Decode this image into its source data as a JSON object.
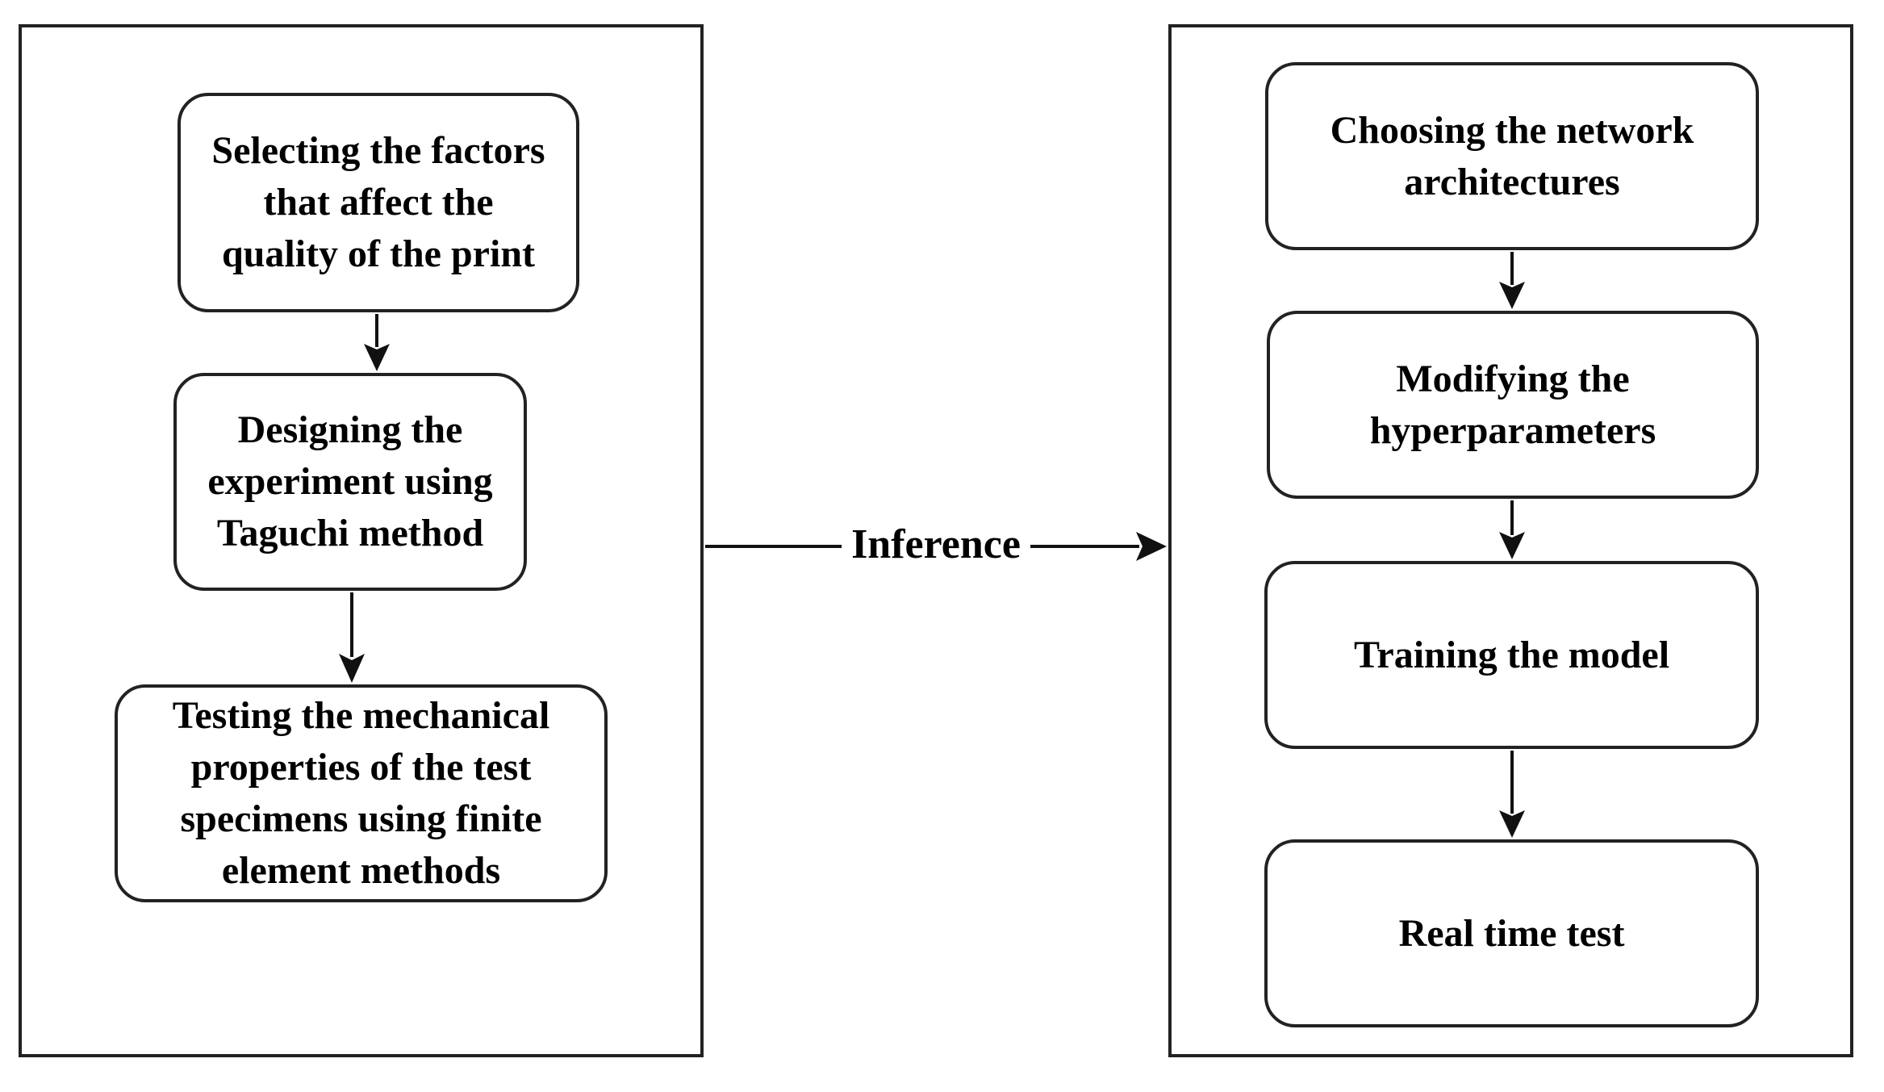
{
  "diagram": {
    "type": "flowchart",
    "colors": {
      "stroke": "#222222",
      "arrow": "#111111",
      "background": "#ffffff",
      "text": "#000000"
    },
    "left_panel": {
      "boxes": [
        {
          "label": "Selecting the factors\nthat affect the\nquality of the print"
        },
        {
          "label": "Designing the\nexperiment using\nTaguchi method"
        },
        {
          "label": "Testing the mechanical\nproperties of the test\nspecimens using finite\nelement methods"
        }
      ]
    },
    "inference": {
      "label": "Inference"
    },
    "right_panel": {
      "boxes": [
        {
          "label": "Choosing the network\narchitectures"
        },
        {
          "label": "Modifying the\nhyperparameters"
        },
        {
          "label": "Training the model"
        },
        {
          "label": "Real time test"
        }
      ]
    }
  }
}
